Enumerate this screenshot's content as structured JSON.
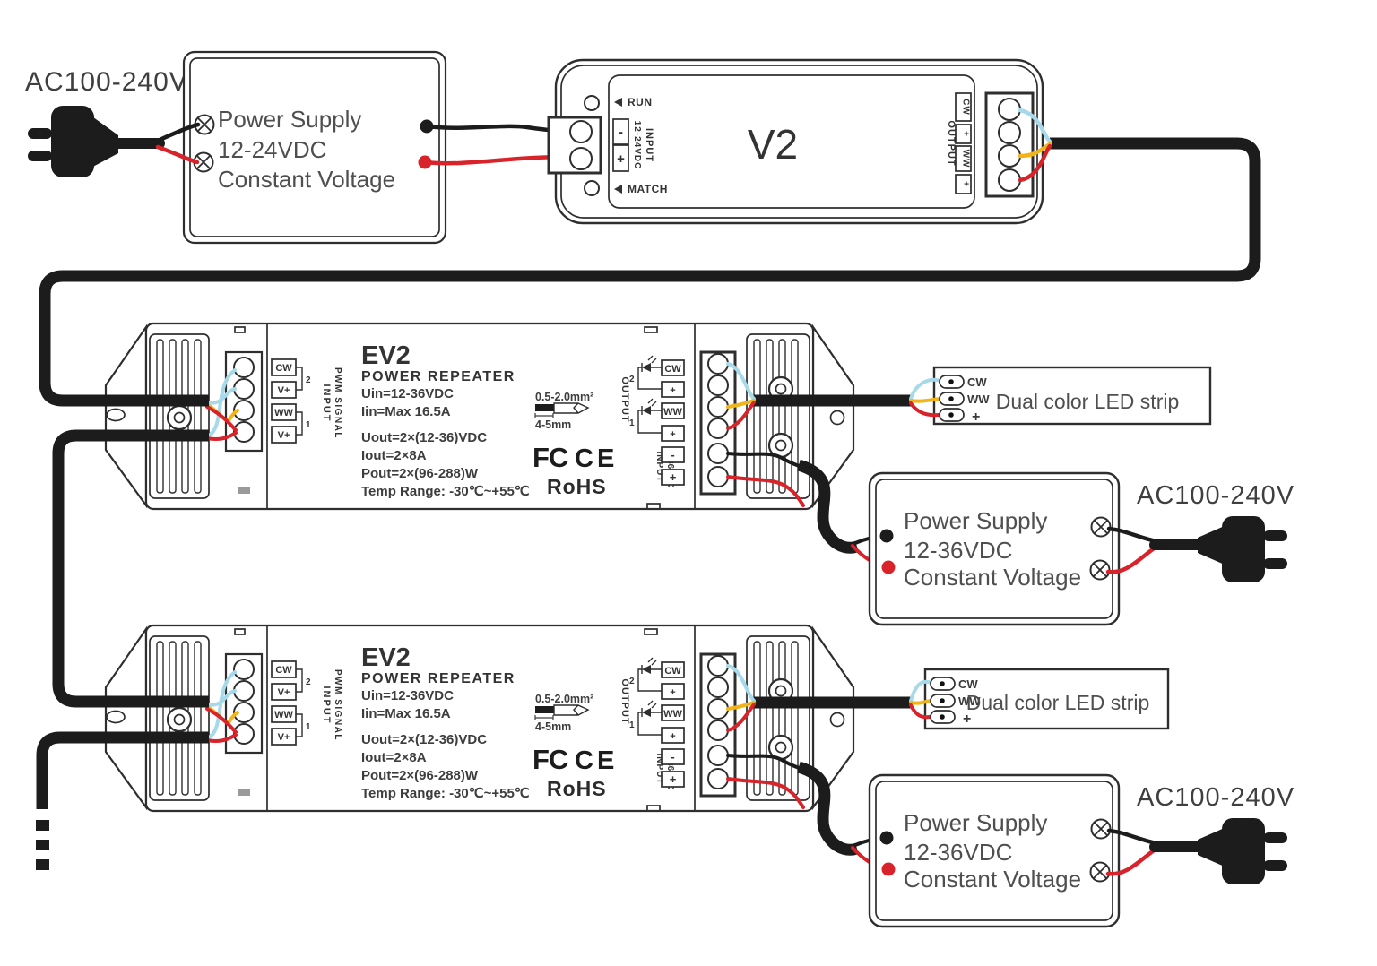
{
  "labels": {
    "ac": "AC100-240V"
  },
  "ps24": {
    "l1": "Power Supply",
    "l2": "12-24VDC",
    "l3": "Constant Voltage"
  },
  "ps36": {
    "l1": "Power Supply",
    "l2": "12-36VDC",
    "l3": "Constant Voltage"
  },
  "v2": {
    "model": "V2",
    "run": "RUN",
    "match": "MATCH",
    "minus": "-",
    "plus": "+",
    "input": "INPUT",
    "voltage": "12-24VDC",
    "output": "OUTPUT",
    "t1": "CW",
    "t2": "+",
    "t3": "WW",
    "t4": "+"
  },
  "ev2": {
    "model": "EV2",
    "subtitle": "POWER REPEATER",
    "specs": [
      "Uin=12-36VDC",
      "Iin=Max 16.5A",
      "Uout=2×(12-36)VDC",
      "Iout=2×8A",
      "Pout=2×(96-288)W",
      "Temp Range: -30℃~+55℃"
    ],
    "gauge": "0.5-2.0mm²",
    "striplen": "4-5mm",
    "fcc": "FC",
    "ce": "CE",
    "rohs": "RoHS",
    "pwm": {
      "l1": "INPUT",
      "l2": "PWM SIGNAL",
      "t1": "CW",
      "t2": "V+",
      "t3": "WW",
      "t4": "V+",
      "g2": "2",
      "g1": "1"
    },
    "out": {
      "label": "OUTPUT",
      "t1": "CW",
      "t2": "+",
      "t3": "WW",
      "t4": "+",
      "g2": "2",
      "g1": "1"
    },
    "inp": {
      "l1": "INPUT",
      "l2": "12-36VDC",
      "minus": "-",
      "plus": "+"
    }
  },
  "strip": {
    "title": "Dual color LED strip",
    "cw": "CW",
    "ww": "WW",
    "plus": "+"
  },
  "colors": {
    "wire_red": "#d8232a",
    "wire_blue": "#a6d9ea",
    "wire_yellow": "#f2b519",
    "cable_black": "#1c1c1c",
    "outline": "#2e2e2e"
  }
}
